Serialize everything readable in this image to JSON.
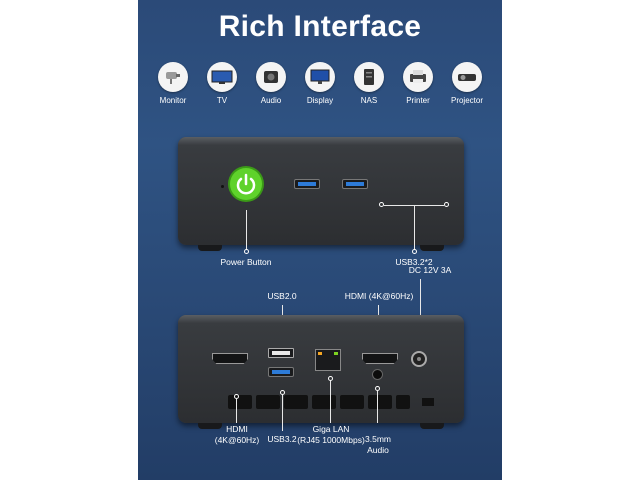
{
  "title": "Rich Interface",
  "icons": [
    {
      "label": "Monitor",
      "icon": "monitor-camera-icon"
    },
    {
      "label": "TV",
      "icon": "tv-icon"
    },
    {
      "label": "Audio",
      "icon": "speaker-icon"
    },
    {
      "label": "Display",
      "icon": "display-icon"
    },
    {
      "label": "NAS",
      "icon": "nas-icon"
    },
    {
      "label": "Printer",
      "icon": "printer-icon"
    },
    {
      "label": "Projector",
      "icon": "projector-icon"
    }
  ],
  "front": {
    "power_label": "Power Button",
    "usb_label": "USB3.2*2"
  },
  "rear": {
    "usb2_label": "USB2.0",
    "hdmi_top_label": "HDMI (4K@60Hz)",
    "dc_label": "DC 12V 3A",
    "hdmi_left_line1": "HDMI",
    "hdmi_left_line2": "(4K@60Hz)",
    "usb32_label": "USB3.2",
    "lan_line1": "Giga LAN",
    "lan_line2": "(RJ45 1000Mbps)",
    "audio_line1": "3.5mm",
    "audio_line2": "Audio"
  },
  "colors": {
    "background": "#2f5383",
    "power_green": "#5fd22b",
    "usb3_blue": "#2d7bd8"
  }
}
